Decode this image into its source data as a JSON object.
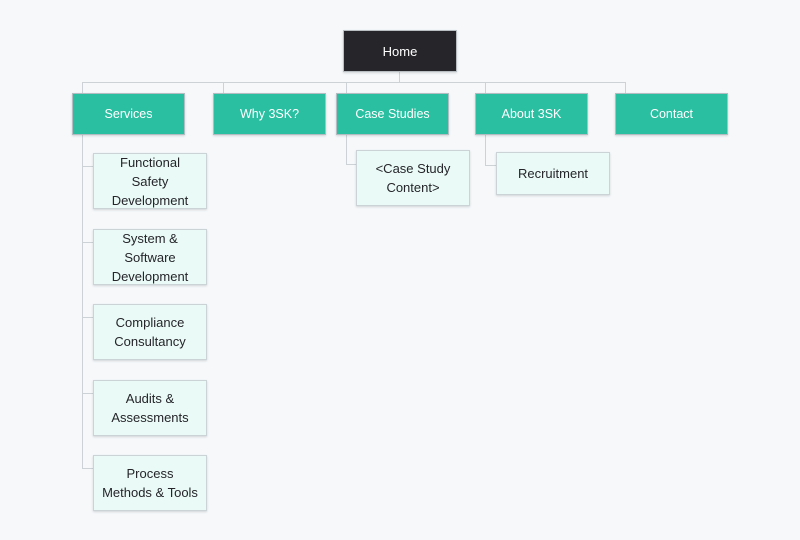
{
  "colors": {
    "background": "#f6f8fa",
    "root_fill": "#25252a",
    "root_text": "#ffffff",
    "primary_fill": "#2abfa0",
    "primary_text": "#ffffff",
    "child_fill": "#eafaf6",
    "child_text": "#25252a",
    "connector": "#cdd2d6"
  },
  "sitemap": {
    "root": {
      "label": "Home"
    },
    "sections": [
      {
        "label": "Services",
        "children": [
          {
            "label": "Functional Safety Development"
          },
          {
            "label": "System & Software Development"
          },
          {
            "label": "Compliance Consultancy"
          },
          {
            "label": "Audits & Assessments"
          },
          {
            "label": "Process Methods & Tools"
          }
        ]
      },
      {
        "label": "Why 3SK?",
        "children": []
      },
      {
        "label": "Case Studies",
        "children": [
          {
            "label": "<Case Study Content>"
          }
        ]
      },
      {
        "label": "About 3SK",
        "children": [
          {
            "label": "Recruitment"
          }
        ]
      },
      {
        "label": "Contact",
        "children": []
      }
    ]
  }
}
